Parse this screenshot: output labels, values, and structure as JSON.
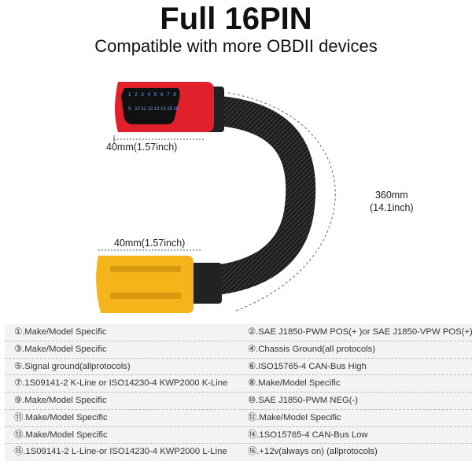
{
  "title": "Full 16PIN",
  "subtitle": "Compatible with more OBDII devices",
  "dimensions": {
    "top_connector": "40mm(1.57inch)",
    "bottom_connector": "40mm(1.57inch)",
    "cable_length_mm": "360mm",
    "cable_length_in": "(14.1inch)"
  },
  "connector_pins": {
    "top_row": [
      "1",
      "2",
      "3",
      "4",
      "5",
      "6",
      "7",
      "8"
    ],
    "bottom_row": [
      "9",
      "10",
      "11",
      "12",
      "13",
      "14",
      "15",
      "16"
    ]
  },
  "colors": {
    "red": "#e0202a",
    "yellow": "#f4b41a",
    "cable": "#1a1a1a"
  },
  "pins": [
    [
      "①.Make/Model Specific",
      "②.SAE J1850-PWM POS(+ )or SAE J1850-VPW POS(+)"
    ],
    [
      "③.Make/Model Specific",
      "④.Chassis Ground(all protocols)"
    ],
    [
      "⑤.Signal ground(allprotocols)",
      "⑥.ISO15765-4 CAN-Bus High"
    ],
    [
      "⑦.1S09141-2 K-Line or ISO14230-4 KWP2000 K-Line",
      "⑧.Make/Model Specific"
    ],
    [
      "⑨.Make/Model Specific",
      "⑩.SAE J1850-PWM NEG(-)"
    ],
    [
      "⑪.Make/Model Specific",
      "⑫.Make/Model Specific"
    ],
    [
      "⑬.Make/Model Specific",
      "⑭.1SO15765-4 CAN-Bus Low"
    ],
    [
      "⑮.1S09141-2 L-Line-or ISO14230-4 KWP2000 L-Line",
      "⑯.+12v(always on) (allprotocols)"
    ]
  ]
}
